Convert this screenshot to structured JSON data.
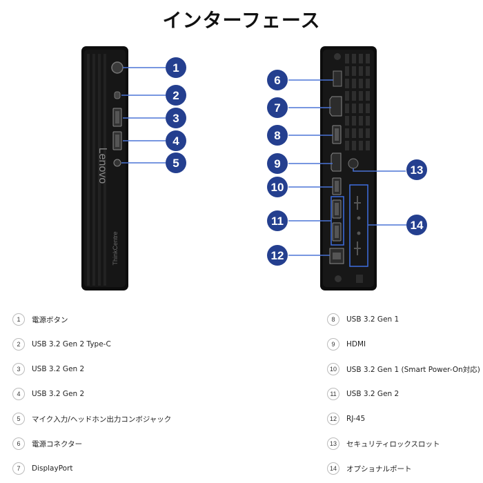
{
  "title": "インターフェース",
  "brand_logo": "Lenovo",
  "sub_logo": "ThinkCentre",
  "callout_color": "#243f8f",
  "line_color": "#4a73d6",
  "callouts": [
    "1",
    "2",
    "3",
    "4",
    "5",
    "6",
    "7",
    "8",
    "9",
    "10",
    "11",
    "12",
    "13",
    "14"
  ],
  "legend": [
    {
      "num": "1",
      "label": "電源ボタン"
    },
    {
      "num": "2",
      "label": "USB 3.2 Gen 2 Type-C"
    },
    {
      "num": "3",
      "label": "USB 3.2 Gen 2"
    },
    {
      "num": "4",
      "label": "USB 3.2 Gen 2"
    },
    {
      "num": "5",
      "label": "マイク入力/ヘッドホン出力コンボジャック"
    },
    {
      "num": "6",
      "label": "電源コネクター"
    },
    {
      "num": "7",
      "label": "DisplayPort"
    },
    {
      "num": "8",
      "label": "USB 3.2 Gen 1"
    },
    {
      "num": "9",
      "label": "HDMI"
    },
    {
      "num": "10",
      "label": "USB 3.2 Gen 1 (Smart Power-On対応)"
    },
    {
      "num": "11",
      "label": "USB 3.2 Gen 2"
    },
    {
      "num": "12",
      "label": "RJ-45"
    },
    {
      "num": "13",
      "label": "セキュリティロックスロット"
    },
    {
      "num": "14",
      "label": "オプショナルポート"
    }
  ]
}
